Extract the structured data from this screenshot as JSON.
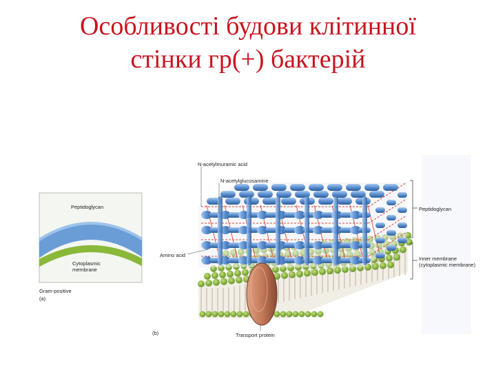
{
  "slide": {
    "title_line1": "Особливості будови клітинної",
    "title_line2": "стінки гр(+) бактерій"
  },
  "panel_a": {
    "peptidoglycan": "Peptidoglycan",
    "cytoplasmic_line1": "Cytoplasmic",
    "cytoplasmic_line2": "membrane",
    "caption": "Gram-positive",
    "letter": "(a)"
  },
  "panel_b": {
    "nam": "N-acetylmuramic acid",
    "nag": "N-acetylglucosamine",
    "peptidoglycan": "Peptidoglycan",
    "amino_acid": "Amino acid",
    "inner_line1": "Inner membrane",
    "inner_line2": "(cytoplasmic membrane)",
    "transport": "Transport protein",
    "letter": "(b)"
  },
  "colors": {
    "title": "#c8141e",
    "peptidoglycan": "#4f86c6",
    "membrane": "#8ab83a",
    "crosslink": "#d84a3a",
    "protein": "#c47a5a"
  }
}
